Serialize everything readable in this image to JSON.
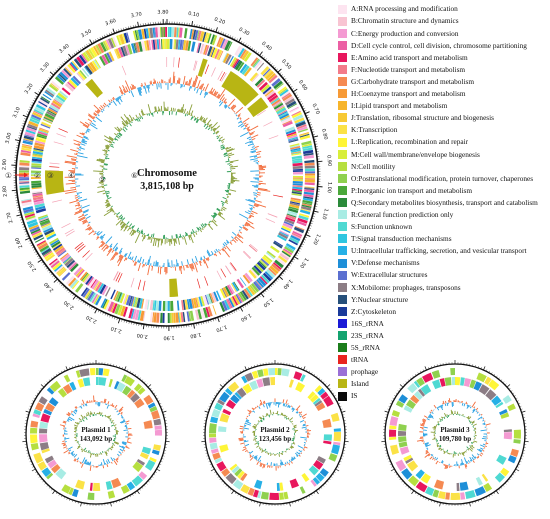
{
  "chromosome": {
    "name": "Chromosome",
    "size": "3,815,108 bp",
    "tick_labels": [
      "0.10",
      "0.20",
      "0.30",
      "0.40",
      "0.50",
      "0.60",
      "0.70",
      "0.80",
      "0.90",
      "1.00",
      "1.10",
      "1.20",
      "1.30",
      "1.40",
      "1.50",
      "1.60",
      "1.70",
      "1.80",
      "1.90",
      "2.00",
      "2.10",
      "2.20",
      "2.30",
      "2.40",
      "2.50",
      "2.60",
      "2.70",
      "2.80",
      "2.90",
      "3.00",
      "3.10",
      "3.20",
      "3.30",
      "3.40",
      "3.50",
      "3.60",
      "3.70",
      "3.80"
    ],
    "ring_markers": [
      "①",
      "②",
      "③",
      "④",
      "⑤",
      "⑥"
    ]
  },
  "plasmids": [
    {
      "name": "Plasmid 1",
      "size": "143,092 bp"
    },
    {
      "name": "Plasmid 2",
      "size": "123,456 bp"
    },
    {
      "name": "Plasmid 3",
      "size": "109,780 bp"
    }
  ],
  "legend": [
    {
      "label": "A:RNA processing and modification",
      "color": "#fde4f0"
    },
    {
      "label": "B:Chromatin structure and dynamics",
      "color": "#f8c4d2"
    },
    {
      "label": "C:Energy production and conversion",
      "color": "#f49ad2"
    },
    {
      "label": "D:Cell cycle control, cell division, chromosome partitioning",
      "color": "#ec5fa4"
    },
    {
      "label": "E:Amino acid transport and metabolism",
      "color": "#e8175d"
    },
    {
      "label": "F:Nucleotide transport and metabolism",
      "color": "#f37b8a"
    },
    {
      "label": "G:Carbohydrate transport and metabolism",
      "color": "#f58a52"
    },
    {
      "label": "H:Coenzyme transport and metabolism",
      "color": "#f79a36"
    },
    {
      "label": "I:Lipid transport and metabolism",
      "color": "#f7b52b"
    },
    {
      "label": "J:Translation, ribosomal structure and biogenesis",
      "color": "#f7c934"
    },
    {
      "label": "K:Transcription",
      "color": "#fbe246"
    },
    {
      "label": "L:Replication, recombination and repair",
      "color": "#fef537"
    },
    {
      "label": "M:Cell wall/membrane/envelope biogenesis",
      "color": "#d8ee3a"
    },
    {
      "label": "N:Cell motility",
      "color": "#b6df3f"
    },
    {
      "label": "O:Posttranslational modification, protein turnover, chaperones",
      "color": "#8fd14f"
    },
    {
      "label": "P:Inorganic ion transport and metabolism",
      "color": "#4aa83a"
    },
    {
      "label": "Q:Secondary metabolites biosynthesis, transport and catabolism",
      "color": "#2b8a3a"
    },
    {
      "label": "R:General function prediction only",
      "color": "#a8ece4"
    },
    {
      "label": "S:Function unknown",
      "color": "#4fd9d2"
    },
    {
      "label": "T:Signal transduction mechanisms",
      "color": "#2fc6e0"
    },
    {
      "label": "U:Intracellular trafficking, secretion, and vesicular transport",
      "color": "#26b0e6"
    },
    {
      "label": "V:Defense mechanisms",
      "color": "#1e8fd8"
    },
    {
      "label": "W:Extracellular structures",
      "color": "#5b6fd0"
    },
    {
      "label": "X:Mobilome: prophages, transposons",
      "color": "#8c7d85"
    },
    {
      "label": "Y:Nuclear structure",
      "color": "#264f7a"
    },
    {
      "label": "Z:Cytoskeleton",
      "color": "#1a3a9a"
    },
    {
      "label": "16S_rRNA",
      "color": "#1a1ad6"
    },
    {
      "label": "23S_rRNA",
      "color": "#13a36f"
    },
    {
      "label": "5S_rRNA",
      "color": "#1b7d1b"
    },
    {
      "label": "tRNA",
      "color": "#e8231f"
    },
    {
      "label": "prophage",
      "color": "#9a6fd6"
    },
    {
      "label": "Island",
      "color": "#b8b514"
    },
    {
      "label": "IS",
      "color": "#0a0a0a"
    }
  ]
}
